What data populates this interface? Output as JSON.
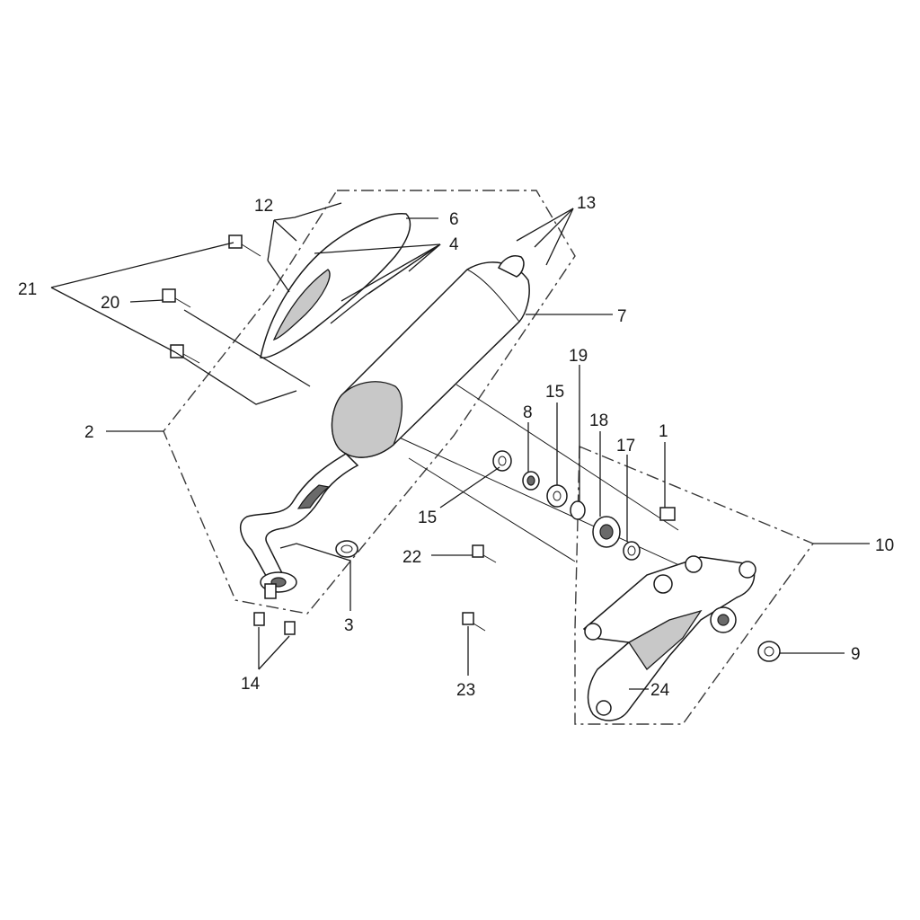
{
  "callouts": {
    "c1": "1",
    "c2": "2",
    "c3": "3",
    "c4": "4",
    "c6": "6",
    "c7": "7",
    "c8": "8",
    "c9": "9",
    "c10": "10",
    "c12": "12",
    "c13": "13",
    "c14": "14",
    "c15a": "15",
    "c15b": "15",
    "c17": "17",
    "c18": "18",
    "c19": "19",
    "c20": "20",
    "c21": "21",
    "c22": "22",
    "c23": "23",
    "c24": "24"
  }
}
